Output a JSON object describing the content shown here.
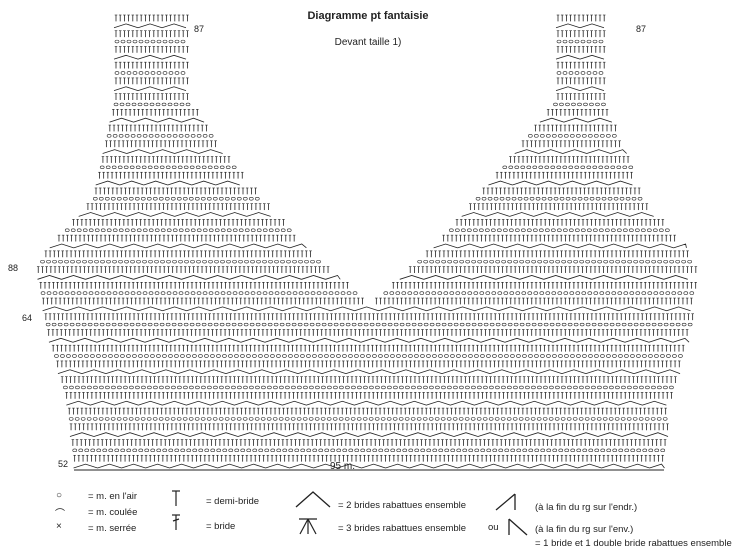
{
  "title": "Diagramme pt fantaisie",
  "subtitle": "Devant taille 1)",
  "row_labels": {
    "top_left": "87",
    "top_right": "87",
    "left_88": "88",
    "left_64": "64",
    "bottom": "52"
  },
  "width_label": "95 m.",
  "legend": {
    "chain": "= m. en l'air",
    "slip": "= m. coulée",
    "sc": "= m. serrée",
    "hdc": "= demi-bride",
    "dc": "= bride",
    "dc2tog": "= 2 brides rabattues ensemble",
    "dc3tog": "= 3 brides rabattues ensemble",
    "end_right": "(à la fin du rg sur l'endr.)",
    "ou": "ou",
    "end_wrong": "(à la fin du rg sur l'env.)",
    "combo": "= 1 bride et 1 double bride rabattues ensemble"
  },
  "colors": {
    "ink": "#222222",
    "background": "#ffffff"
  }
}
